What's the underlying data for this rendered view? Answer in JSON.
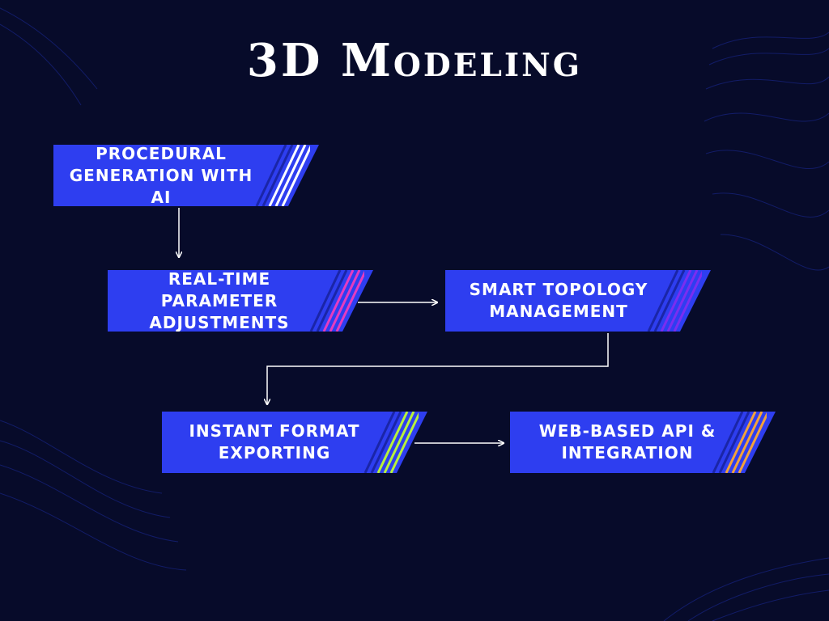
{
  "title": "3D Modeling",
  "colors": {
    "background": "#070b2a",
    "node_fill": "#2e3ef0",
    "connector": "#ffffff"
  },
  "nodes": [
    {
      "id": "n1",
      "label": "Procedural Generation with AI",
      "accent": "#ffffff"
    },
    {
      "id": "n2",
      "label": "Real-Time Parameter Adjustments",
      "accent": "#e43cc0"
    },
    {
      "id": "n3",
      "label": "Smart Topology Management",
      "accent": "#7a2ef0"
    },
    {
      "id": "n4",
      "label": "Instant Format Exporting",
      "accent": "#b8f23a"
    },
    {
      "id": "n5",
      "label": "Web-Based API & Integration",
      "accent": "#f2a23a"
    }
  ],
  "edges": [
    {
      "from": "n1",
      "to": "n2"
    },
    {
      "from": "n2",
      "to": "n3"
    },
    {
      "from": "n3",
      "to": "n4"
    },
    {
      "from": "n4",
      "to": "n5"
    }
  ]
}
